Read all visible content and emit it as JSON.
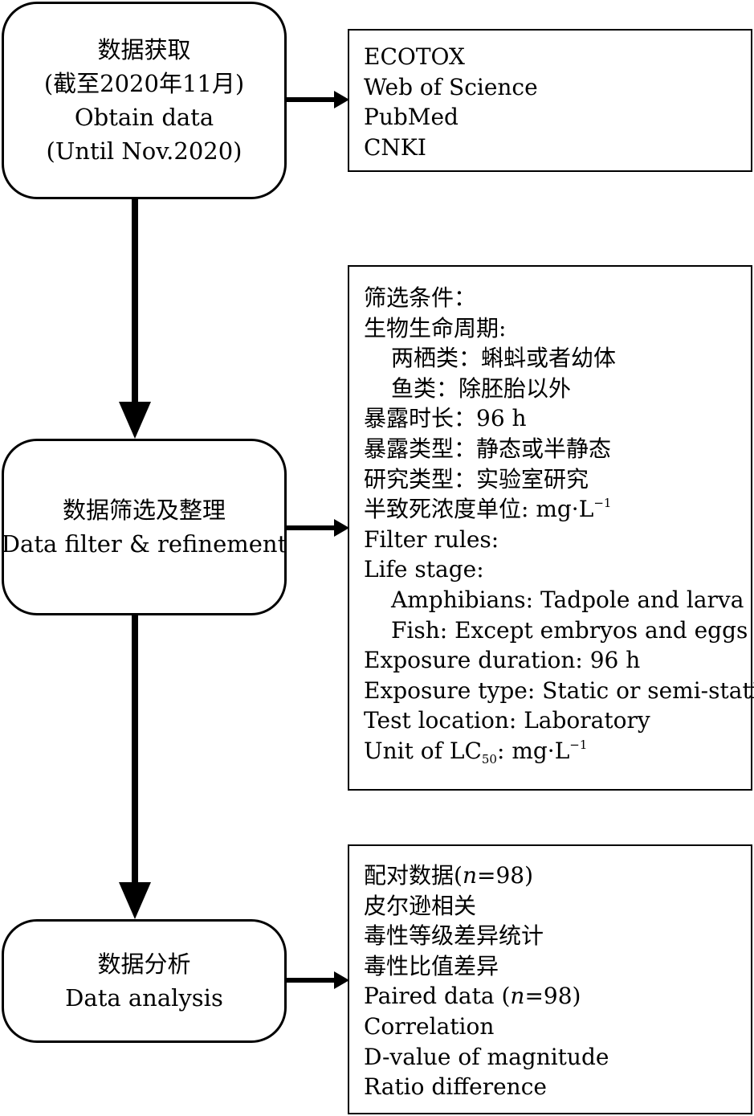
{
  "steps": {
    "obtain": {
      "zh": "数据获取",
      "zh_sub": "(截至2020年11月)",
      "en": "Obtain data",
      "en_sub": "(Until Nov.2020)"
    },
    "filter": {
      "zh": "数据筛选及整理",
      "en": "Data filter & refinement"
    },
    "analysis": {
      "zh": "数据分析",
      "en": "Data analysis"
    }
  },
  "sources": [
    "ECOTOX",
    "Web of Science",
    "PubMed",
    "CNKI"
  ],
  "filter_rules": {
    "zh_heading": "筛选条件：",
    "zh_life_stage": "生物生命周期:",
    "zh_amphibians": "两栖类：蝌蚪或者幼体",
    "zh_fish": "鱼类：除胚胎以外",
    "zh_duration": "暴露时长：96 h",
    "zh_exposure_type": "暴露类型：静态或半静态",
    "zh_study_type": "研究类型：实验室研究",
    "zh_unit_prefix": "半致死浓度单位: mg·L",
    "zh_unit_sup": "−1",
    "en_heading": "Filter rules:",
    "en_life_stage": "Life stage:",
    "en_amphibians": "Amphibians: Tadpole and larva",
    "en_fish": "Fish: Except embryos and eggs",
    "en_duration": "Exposure duration: 96 h",
    "en_exposure_type": "Exposure type: Static or semi-static",
    "en_location": "Test location: Laboratory",
    "en_unit_prefix": "Unit of LC",
    "en_unit_sub": "50",
    "en_unit_mid": ": mg·L",
    "en_unit_sup": "−1"
  },
  "analysis_items": {
    "zh_paired_prefix": "配对数据(",
    "n_symbol": "n",
    "zh_paired_suffix": "=98)",
    "zh_pearson": "皮尔逊相关",
    "zh_grade": "毒性等级差异统计",
    "zh_ratio": "毒性比值差异",
    "en_paired_prefix": "Paired data (",
    "en_paired_suffix": "=98)",
    "en_correlation": "Correlation",
    "en_dvalue": "D-value of magnitude",
    "en_ratio": "Ratio difference"
  }
}
